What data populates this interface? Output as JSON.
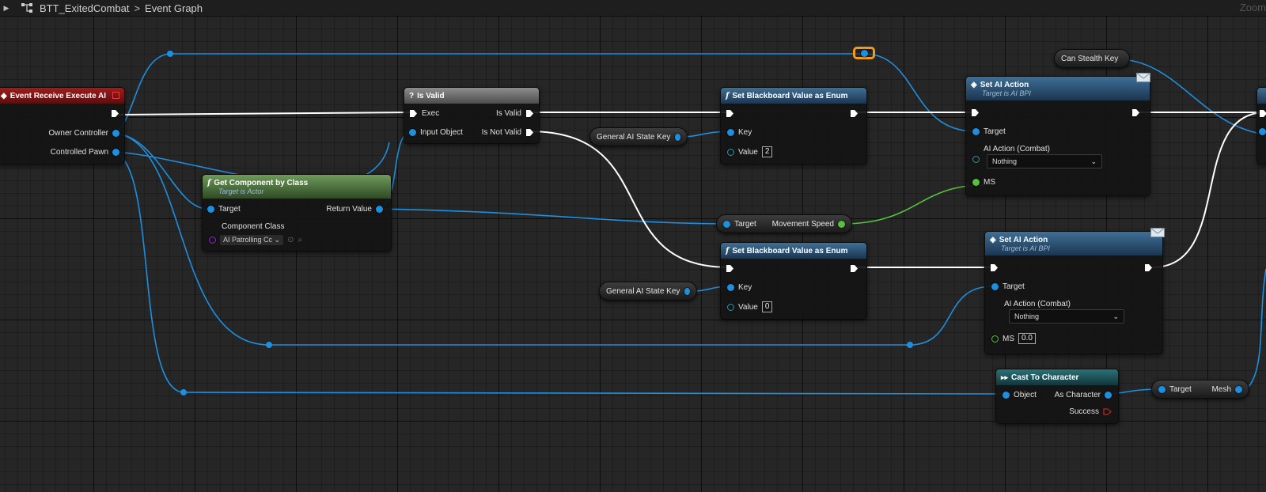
{
  "breadcrumb": {
    "asset": "BTT_ExitedCombat",
    "separator": ">",
    "graph": "Event Graph",
    "zoom": "Zoom"
  },
  "nodes": {
    "event_receive": {
      "title": "Event Receive Execute AI",
      "pins": {
        "owner_controller": "Owner Controller",
        "controlled_pawn": "Controlled Pawn"
      }
    },
    "is_valid": {
      "title": "Is Valid",
      "pins": {
        "exec": "Exec",
        "is_valid": "Is Valid",
        "input_object": "Input Object",
        "is_not_valid": "Is Not Valid"
      }
    },
    "get_component": {
      "title": "Get Component by Class",
      "subtitle": "Target is Actor",
      "pins": {
        "target": "Target",
        "return_value": "Return Value",
        "component_class": "Component Class"
      },
      "component_class_value": "AI Patrolling Cc"
    },
    "set_bb_enum_1": {
      "title": "Set Blackboard Value as Enum",
      "pins": {
        "key": "Key",
        "value": "Value"
      },
      "value": "2"
    },
    "set_bb_enum_2": {
      "title": "Set Blackboard Value as Enum",
      "pins": {
        "key": "Key",
        "value": "Value"
      },
      "value": "0"
    },
    "set_ai_action_1": {
      "title": "Set AI Action",
      "subtitle": "Target is AI BPI",
      "pins": {
        "target": "Target",
        "ai_action": "AI Action (Combat)",
        "ms": "MS"
      },
      "ai_action_value": "Nothing"
    },
    "set_ai_action_2": {
      "title": "Set AI Action",
      "subtitle": "Target is AI BPI",
      "pins": {
        "target": "Target",
        "ai_action": "AI Action (Combat)",
        "ms": "MS"
      },
      "ai_action_value": "Nothing",
      "ms_value": "0.0"
    },
    "cast_to_character": {
      "title": "Cast To Character",
      "pins": {
        "object": "Object",
        "as_character": "As Character",
        "success": "Success"
      }
    }
  },
  "variables": {
    "general_ai_state_key_1": "General AI State Key",
    "general_ai_state_key_2": "General AI State Key",
    "can_stealth_key": "Can Stealth Key",
    "movement_speed": {
      "target": "Target",
      "output": "Movement Speed"
    },
    "mesh_getter": {
      "target": "Target",
      "output": "Mesh"
    }
  },
  "colors": {
    "object_wire": "#1d8fe0",
    "exec_wire": "#ffffff",
    "float_wire": "#56c23a",
    "selection": "#f59a16",
    "event_header": "#a01b1b",
    "function_header": "#3e6f96",
    "pure_header": "#6f9a5b",
    "macro_header": "#8e8e8e",
    "cast_header": "#2b7177"
  },
  "icons": {
    "graph": "graph-icon",
    "event": "event-diamond-icon",
    "function": "function-f-icon",
    "macro": "question-icon",
    "interface_message": "envelope-icon",
    "cast": "cast-arrows-icon"
  }
}
